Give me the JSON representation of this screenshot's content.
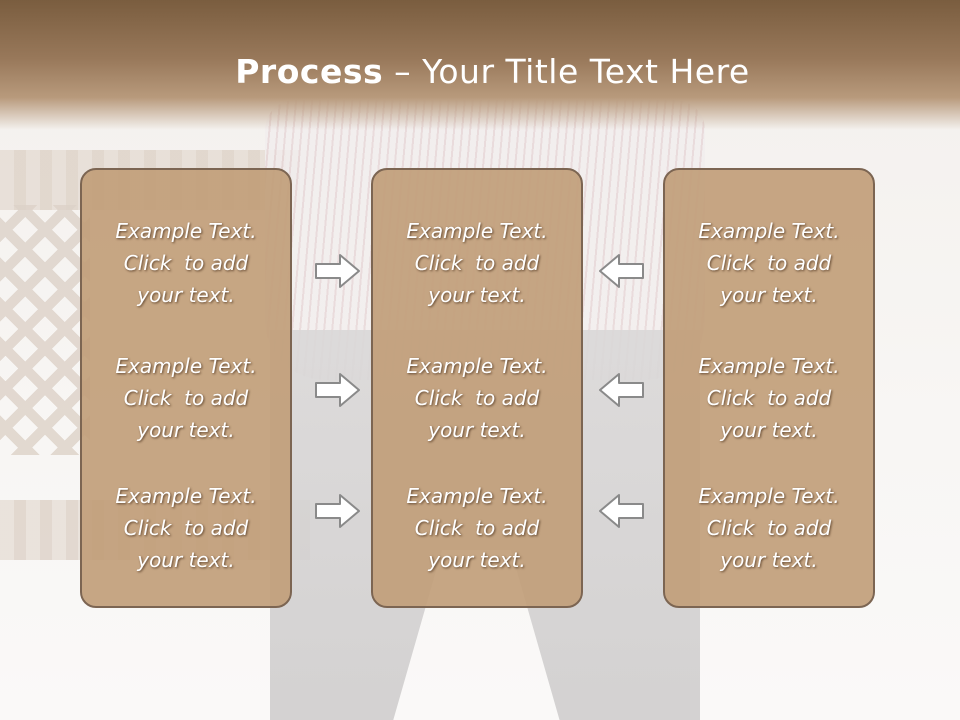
{
  "slide": {
    "title_bold": "Process",
    "title_rest": " – Your Title Text Here"
  },
  "columns": [
    {
      "items": [
        {
          "line1": "Example Text.",
          "line2": "Click  to add",
          "line3": "your text."
        },
        {
          "line1": "Example Text.",
          "line2": "Click  to add",
          "line3": "your text."
        },
        {
          "line1": "Example Text.",
          "line2": "Click  to add",
          "line3": "your text."
        }
      ]
    },
    {
      "items": [
        {
          "line1": "Example Text.",
          "line2": "Click  to add",
          "line3": "your text."
        },
        {
          "line1": "Example Text.",
          "line2": "Click  to add",
          "line3": "your text."
        },
        {
          "line1": "Example Text.",
          "line2": "Click  to add",
          "line3": "your text."
        }
      ]
    },
    {
      "items": [
        {
          "line1": "Example Text.",
          "line2": "Click  to add",
          "line3": "your text."
        },
        {
          "line1": "Example Text.",
          "line2": "Click  to add",
          "line3": "your text."
        },
        {
          "line1": "Example Text.",
          "line2": "Click  to add",
          "line3": "your text."
        }
      ]
    }
  ],
  "arrows": {
    "left": [
      "arrow-right-icon",
      "arrow-right-icon",
      "arrow-right-icon"
    ],
    "right": [
      "arrow-left-icon",
      "arrow-left-icon",
      "arrow-left-icon"
    ]
  },
  "colors": {
    "header": "#7a5d3f",
    "panel_fill": "#c19e7a",
    "panel_border": "#7c6552",
    "arrow_stroke": "#8a8a8a"
  }
}
